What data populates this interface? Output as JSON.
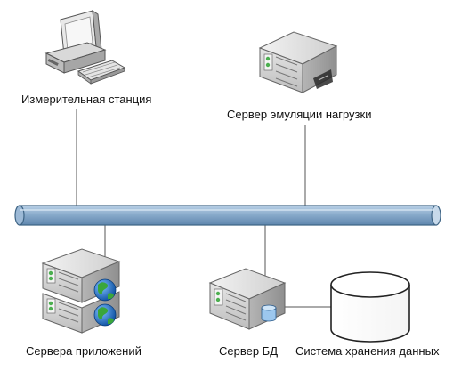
{
  "nodes": {
    "workstation": {
      "label": "Измерительная станция",
      "icon": "desktop-computer-icon"
    },
    "load_server": {
      "label": "Сервер эмуляции нагрузки",
      "icon": "server-icon"
    },
    "app_servers": {
      "label": "Сервера приложений",
      "icon": "web-server-icon"
    },
    "db_server": {
      "label": "Сервер БД",
      "icon": "database-server-icon"
    },
    "storage": {
      "label": "Система хранения данных",
      "icon": "storage-cylinder-icon"
    }
  },
  "colors": {
    "bus_fill": "#8fb0d0",
    "bus_stroke": "#3d6384",
    "server_light": "#e8e8e8",
    "server_dark": "#9a9a9a",
    "led_green": "#4caf50",
    "globe_blue": "#1f6fc1",
    "globe_green": "#3aa63a",
    "cylinder_stroke": "#222222"
  }
}
